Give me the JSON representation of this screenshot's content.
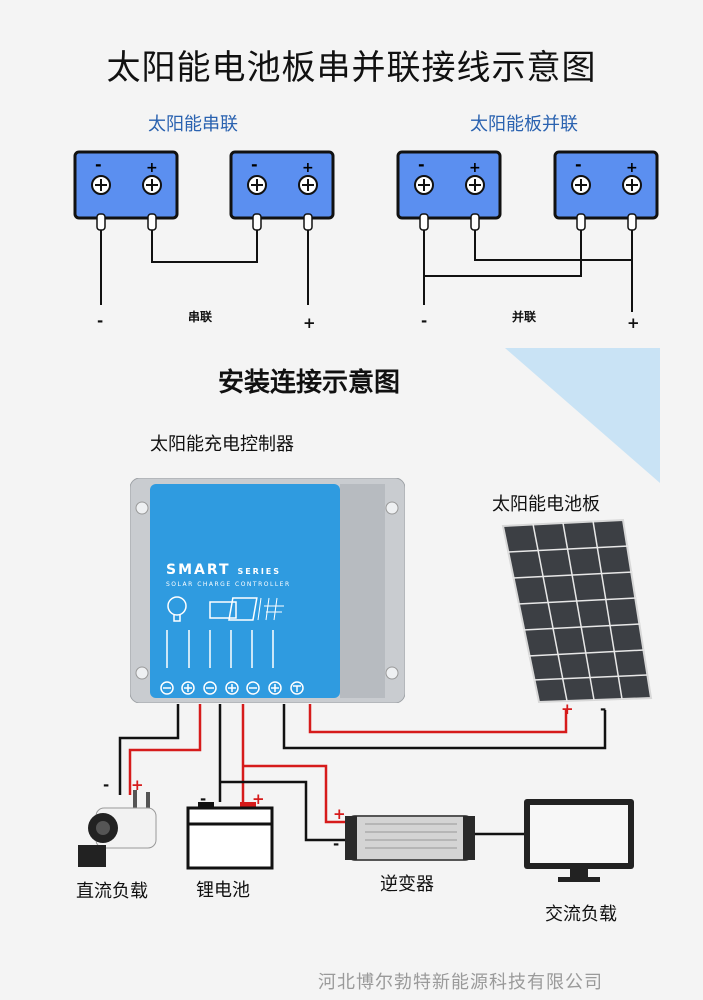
{
  "title": "太阳能电池板串并联接线示意图",
  "series_section": {
    "label": "太阳能串联",
    "caption": "串联",
    "minus": "-",
    "plus": "+"
  },
  "parallel_section": {
    "label": "太阳能板并联",
    "caption": "并联",
    "minus": "-",
    "plus": "+"
  },
  "install_title": "安装连接示意图",
  "controller": {
    "label": "太阳能充电控制器",
    "brand_big": "SMART",
    "brand_small": "SERIES",
    "subtitle": "SOLAR CHARGE CONTROLLER"
  },
  "solar_panel_label": "太阳能电池板",
  "dc_load": {
    "label": "直流负载",
    "minus": "-",
    "plus": "+"
  },
  "battery": {
    "label": "锂电池",
    "minus": "-",
    "plus": "+"
  },
  "inverter": {
    "label": "逆变器",
    "minus": "-",
    "plus": "+"
  },
  "ac_load_label": "交流负载",
  "panel_terminals": {
    "plus": "+",
    "minus": "-"
  },
  "footer": "河北博尔勃特新能源科技有限公司",
  "colors": {
    "panel_blue": "#5b8ff0",
    "controller_blue": "#2f9be0",
    "wire_red": "#d61b1b",
    "accent_triangle": "#c9e3f5"
  }
}
